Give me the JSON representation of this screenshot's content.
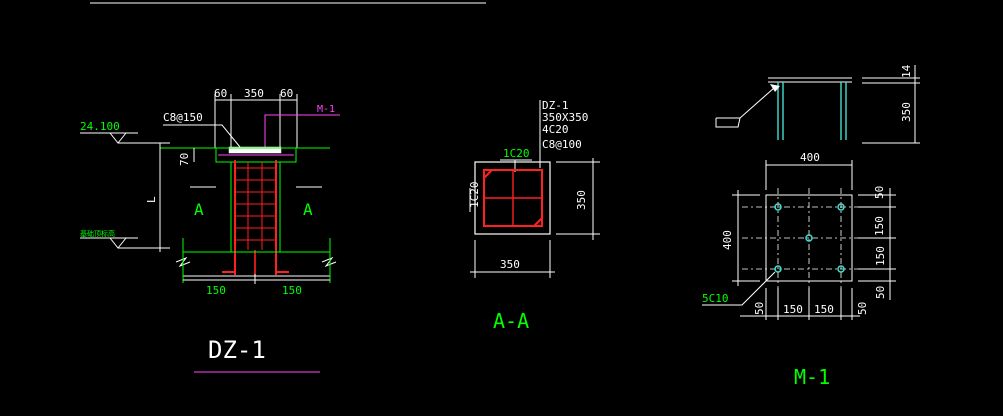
{
  "dz1": {
    "dim_top": [
      "60",
      "350",
      "60"
    ],
    "rebar_label": "C8@150",
    "plate_ref": "M-1",
    "elev_top": "24.100",
    "elev_bottom": "基础顶标高",
    "dim_70": "70",
    "dim_L": "L",
    "section_marks": [
      "A",
      "A"
    ],
    "dim_bottom": [
      "150",
      "150"
    ],
    "title": "DZ-1"
  },
  "section_aa": {
    "leader_lines": [
      "DZ-1",
      "350X350",
      "4C20",
      "C8@100"
    ],
    "top_bar": "1C20",
    "left_bar": "1C20",
    "dim_right": "350",
    "dim_bottom": "350",
    "title": "A-A"
  },
  "m1": {
    "elev_dims": [
      "14",
      "350"
    ],
    "width_dim": "400",
    "height_dim": "400",
    "right_dims": [
      "50",
      "150",
      "150",
      "50"
    ],
    "bottom_dims": [
      "50",
      "150",
      "150",
      "50"
    ],
    "bolt_label": "5C10",
    "title": "M-1"
  }
}
